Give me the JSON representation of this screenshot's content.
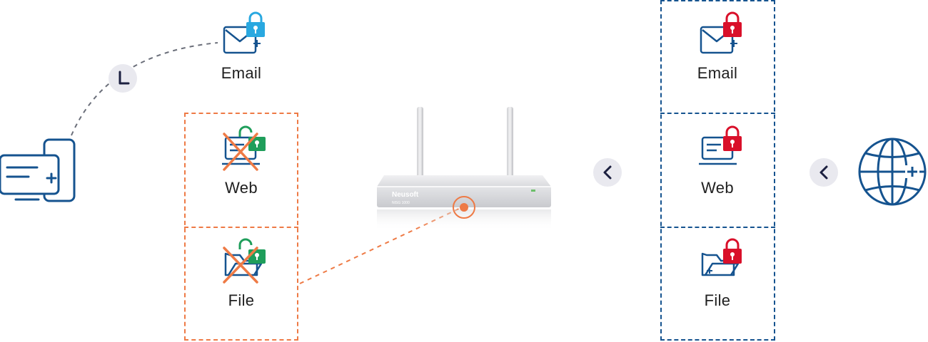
{
  "left_panel": {
    "email_label": "Email",
    "web_label": "Web",
    "file_label": "File"
  },
  "right_panel": {
    "email_label": "Email",
    "web_label": "Web",
    "file_label": "File"
  },
  "device": {
    "brand": "Neusoft",
    "model": "NISG 1000"
  },
  "colors": {
    "blue_dark": "#15538f",
    "blue_light": "#29a8e0",
    "orange": "#ee7a45",
    "red_lock": "#d9102a",
    "green_lock": "#1f9e5b",
    "badge_bg": "#e9e9ef"
  },
  "icons": {
    "client_device": "cards-icon",
    "internet": "globe-icon",
    "timer": "clock-icon",
    "arrow": "chevron-left-icon"
  }
}
